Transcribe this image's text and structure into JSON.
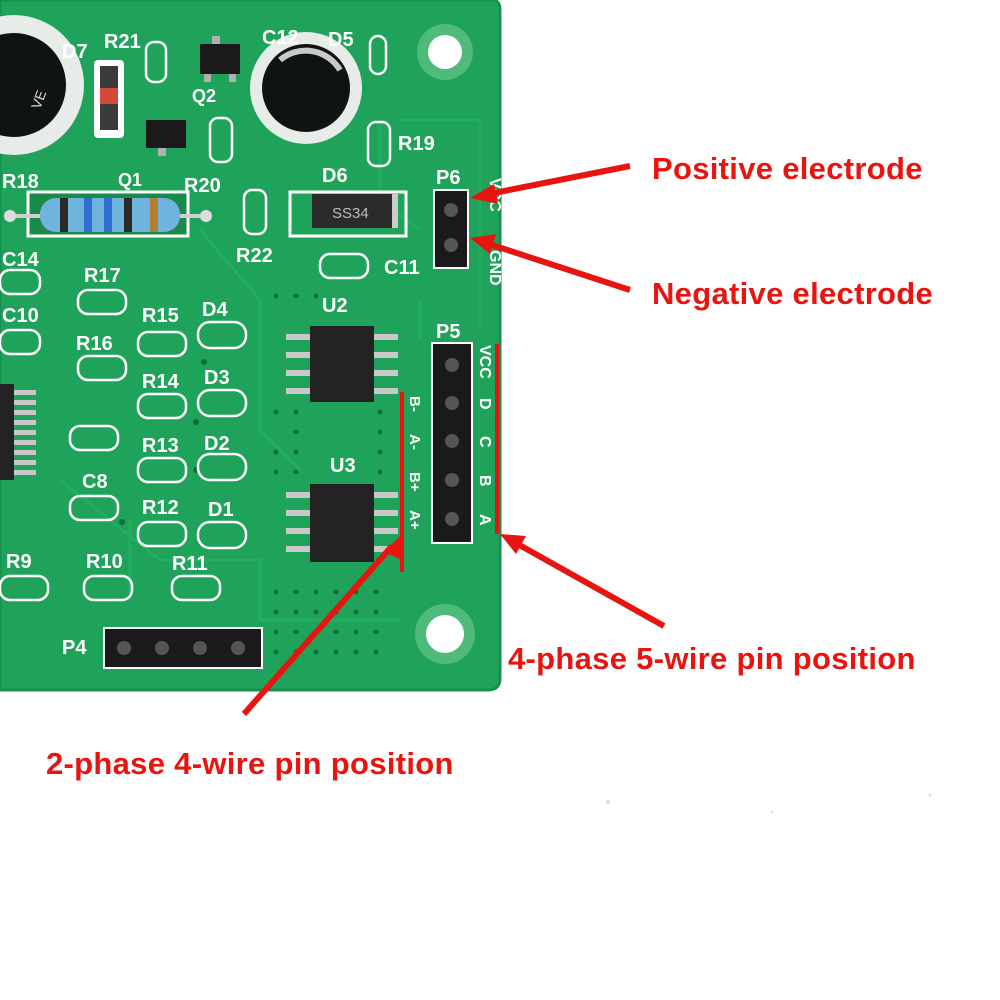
{
  "photo": {
    "board_color": "#1fa35a",
    "board_dark": "#167a43",
    "silkscreen_color": "#ffffff",
    "background": "#ffffff",
    "annotation_color": "#e8140f"
  },
  "annotations": {
    "positive_electrode": "Positive electrode",
    "negative_electrode": "Negative electrode",
    "four_phase_five_wire": "4-phase 5-wire pin position",
    "two_phase_four_wire": "2-phase 4-wire pin position"
  },
  "silkscreen": {
    "D7": "D7",
    "R21": "R21",
    "C12": "C12",
    "D5": "D5",
    "Q2": "Q2",
    "R19": "R19",
    "R18": "R18",
    "Q1": "Q1",
    "R20": "R20",
    "D6": "D6",
    "SS34": "SS34",
    "R22": "R22",
    "C11": "C11",
    "P6": "P6",
    "VCC": "VCC",
    "GND": "GND",
    "C14": "C14",
    "R17": "R17",
    "C10": "C10",
    "R15": "R15",
    "D4": "D4",
    "R16": "R16",
    "U2": "U2",
    "R14": "R14",
    "D3": "D3",
    "P5": "P5",
    "R13": "R13",
    "D2": "D2",
    "U3": "U3",
    "C8": "C8",
    "R12": "R12",
    "D1": "D1",
    "R9": "R9",
    "R10": "R10",
    "R11": "R11",
    "P4": "P4",
    "pin_D": "D",
    "pin_C": "C",
    "pin_B": "B",
    "pin_A": "A",
    "B_minus": "B-",
    "A_minus": "A-",
    "B_plus": "B+",
    "A_plus": "A+"
  }
}
